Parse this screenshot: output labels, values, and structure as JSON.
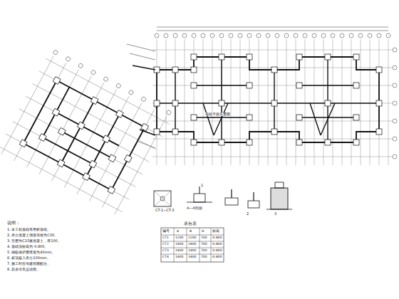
{
  "diagram": {
    "labels": [
      "基础平面布置图",
      "CT-1~CT-3",
      "A—A剖面",
      "1",
      "2",
      "3",
      "承台表",
      "编号",
      "A",
      "B",
      "H",
      "标高",
      "CT1",
      "1200",
      "1200",
      "700",
      "-0.800",
      "CT2",
      "1400",
      "2400",
      "700",
      "-0.800",
      "CT3",
      "1400",
      "1400",
      "700",
      "-0.800",
      "CT4",
      "1400",
      "2400",
      "700",
      "-0.800",
      "说明：",
      "1. 本工程基础采用桩基础。",
      "2. 承台混凝土强度等级为C30。",
      "3. 垫层为C15素混凝土，厚100。",
      "4. 基础顶标高为-0.800。",
      "5. 钢筋保护层厚度为40mm。",
      "6. 桩顶嵌入承台100mm。",
      "7. 施工时应与建筑图配合。",
      "8. 其余详见总说明。"
    ]
  }
}
